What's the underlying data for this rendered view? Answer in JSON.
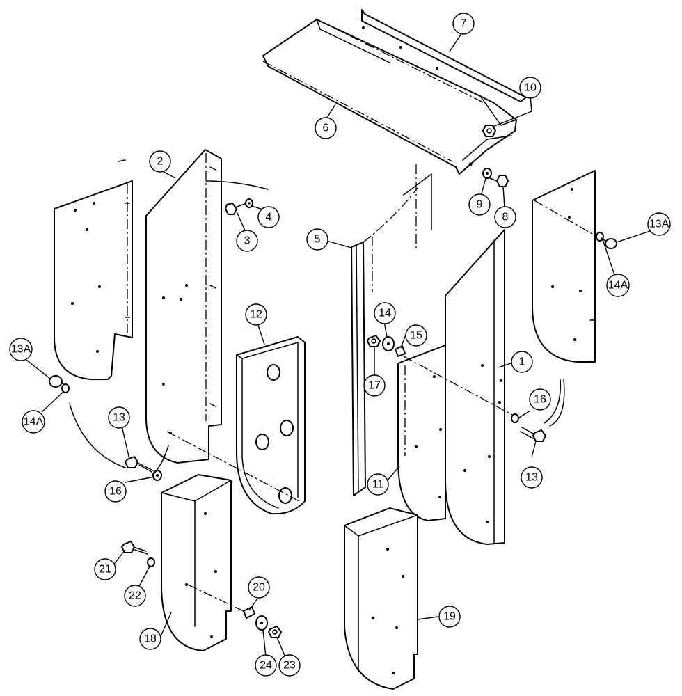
{
  "callouts": {
    "c1": "1",
    "c2": "2",
    "c3": "3",
    "c4": "4",
    "c5": "5",
    "c6": "6",
    "c7": "7",
    "c8": "8",
    "c9": "9",
    "c10": "10",
    "c11": "11",
    "c12": "12",
    "c13_left": "13",
    "c13_right": "13",
    "c13a_left": "13A",
    "c13a_right": "13A",
    "c14": "14",
    "c14a_left": "14A",
    "c14a_right": "14A",
    "c15": "15",
    "c16_left": "16",
    "c16_right": "16",
    "c17": "17",
    "c18": "18",
    "c19": "19",
    "c20": "20",
    "c21": "21",
    "c22": "22",
    "c23": "23",
    "c24": "24"
  },
  "colors": {
    "line": "#000000",
    "paper": "#ffffff"
  }
}
